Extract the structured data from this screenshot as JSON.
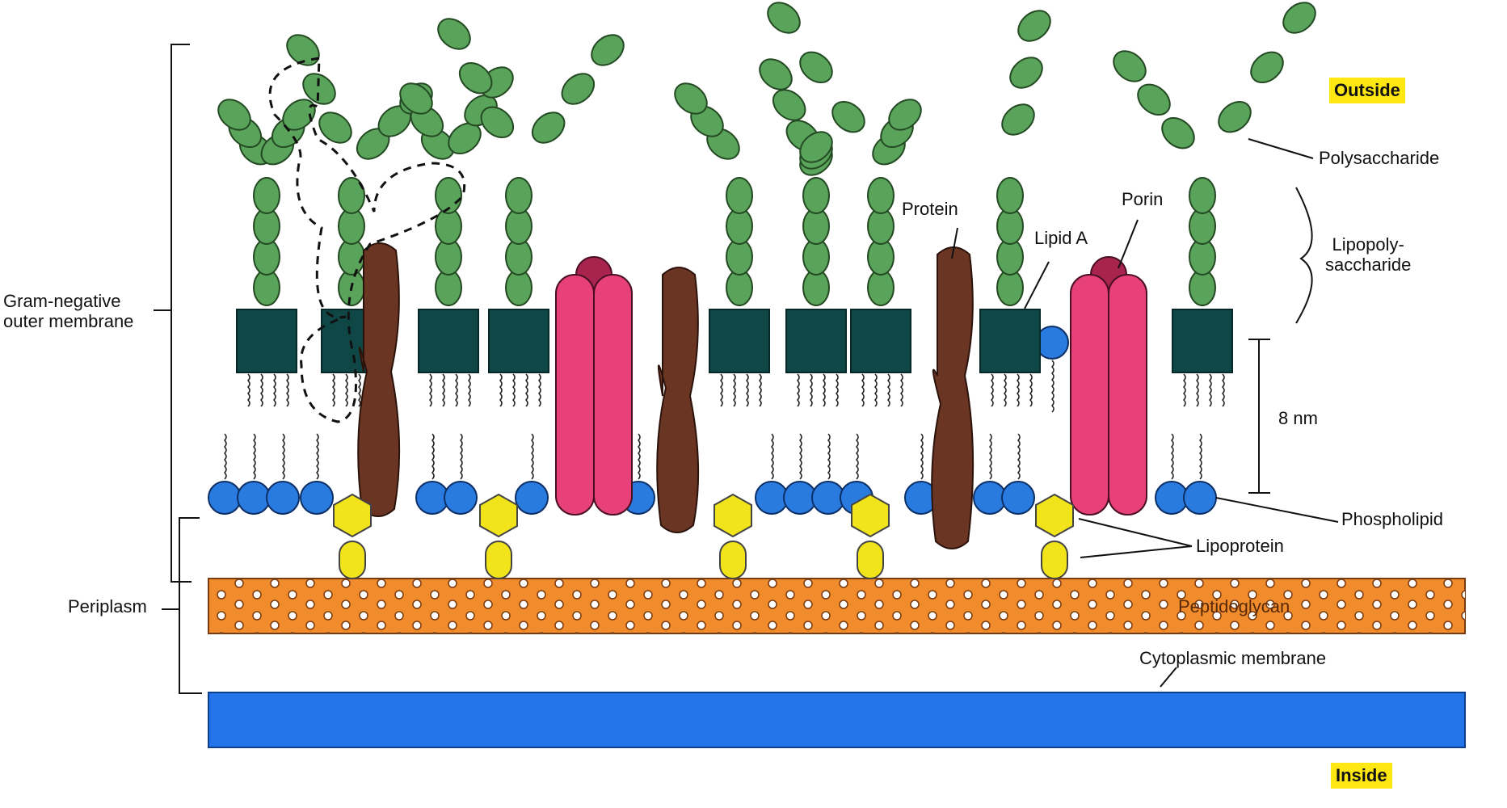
{
  "labels": {
    "outside": "Outside",
    "inside": "Inside",
    "polysaccharide": "Polysaccharide",
    "lipopolysaccharide_line1": "Lipopoly-",
    "lipopolysaccharide_line2": "saccharide",
    "protein": "Protein",
    "porin": "Porin",
    "lipid_a": "Lipid A",
    "scale": "8 nm",
    "phospholipid": "Phospholipid",
    "lipoprotein": "Lipoprotein",
    "outer_membrane_line1": "Gram-negative",
    "outer_membrane_line2": "outer membrane",
    "periplasm": "Periplasm",
    "peptidoglycan": "Peptidoglycan",
    "cytoplasmic_membrane": "Cytoplasmic membrane"
  },
  "colors": {
    "sugar": "#5aa35a",
    "lipid_a_block": "#0f4747",
    "protein": "#6b3524",
    "porin": "#e8417a",
    "porin_cap": "#a8244f",
    "phospholipid_head": "#2a7be0",
    "lipoprotein": "#f2e41a",
    "peptidoglycan": "#f08c2c",
    "cytoplasmic_membrane": "#2274e8",
    "badge": "#ffe812"
  }
}
